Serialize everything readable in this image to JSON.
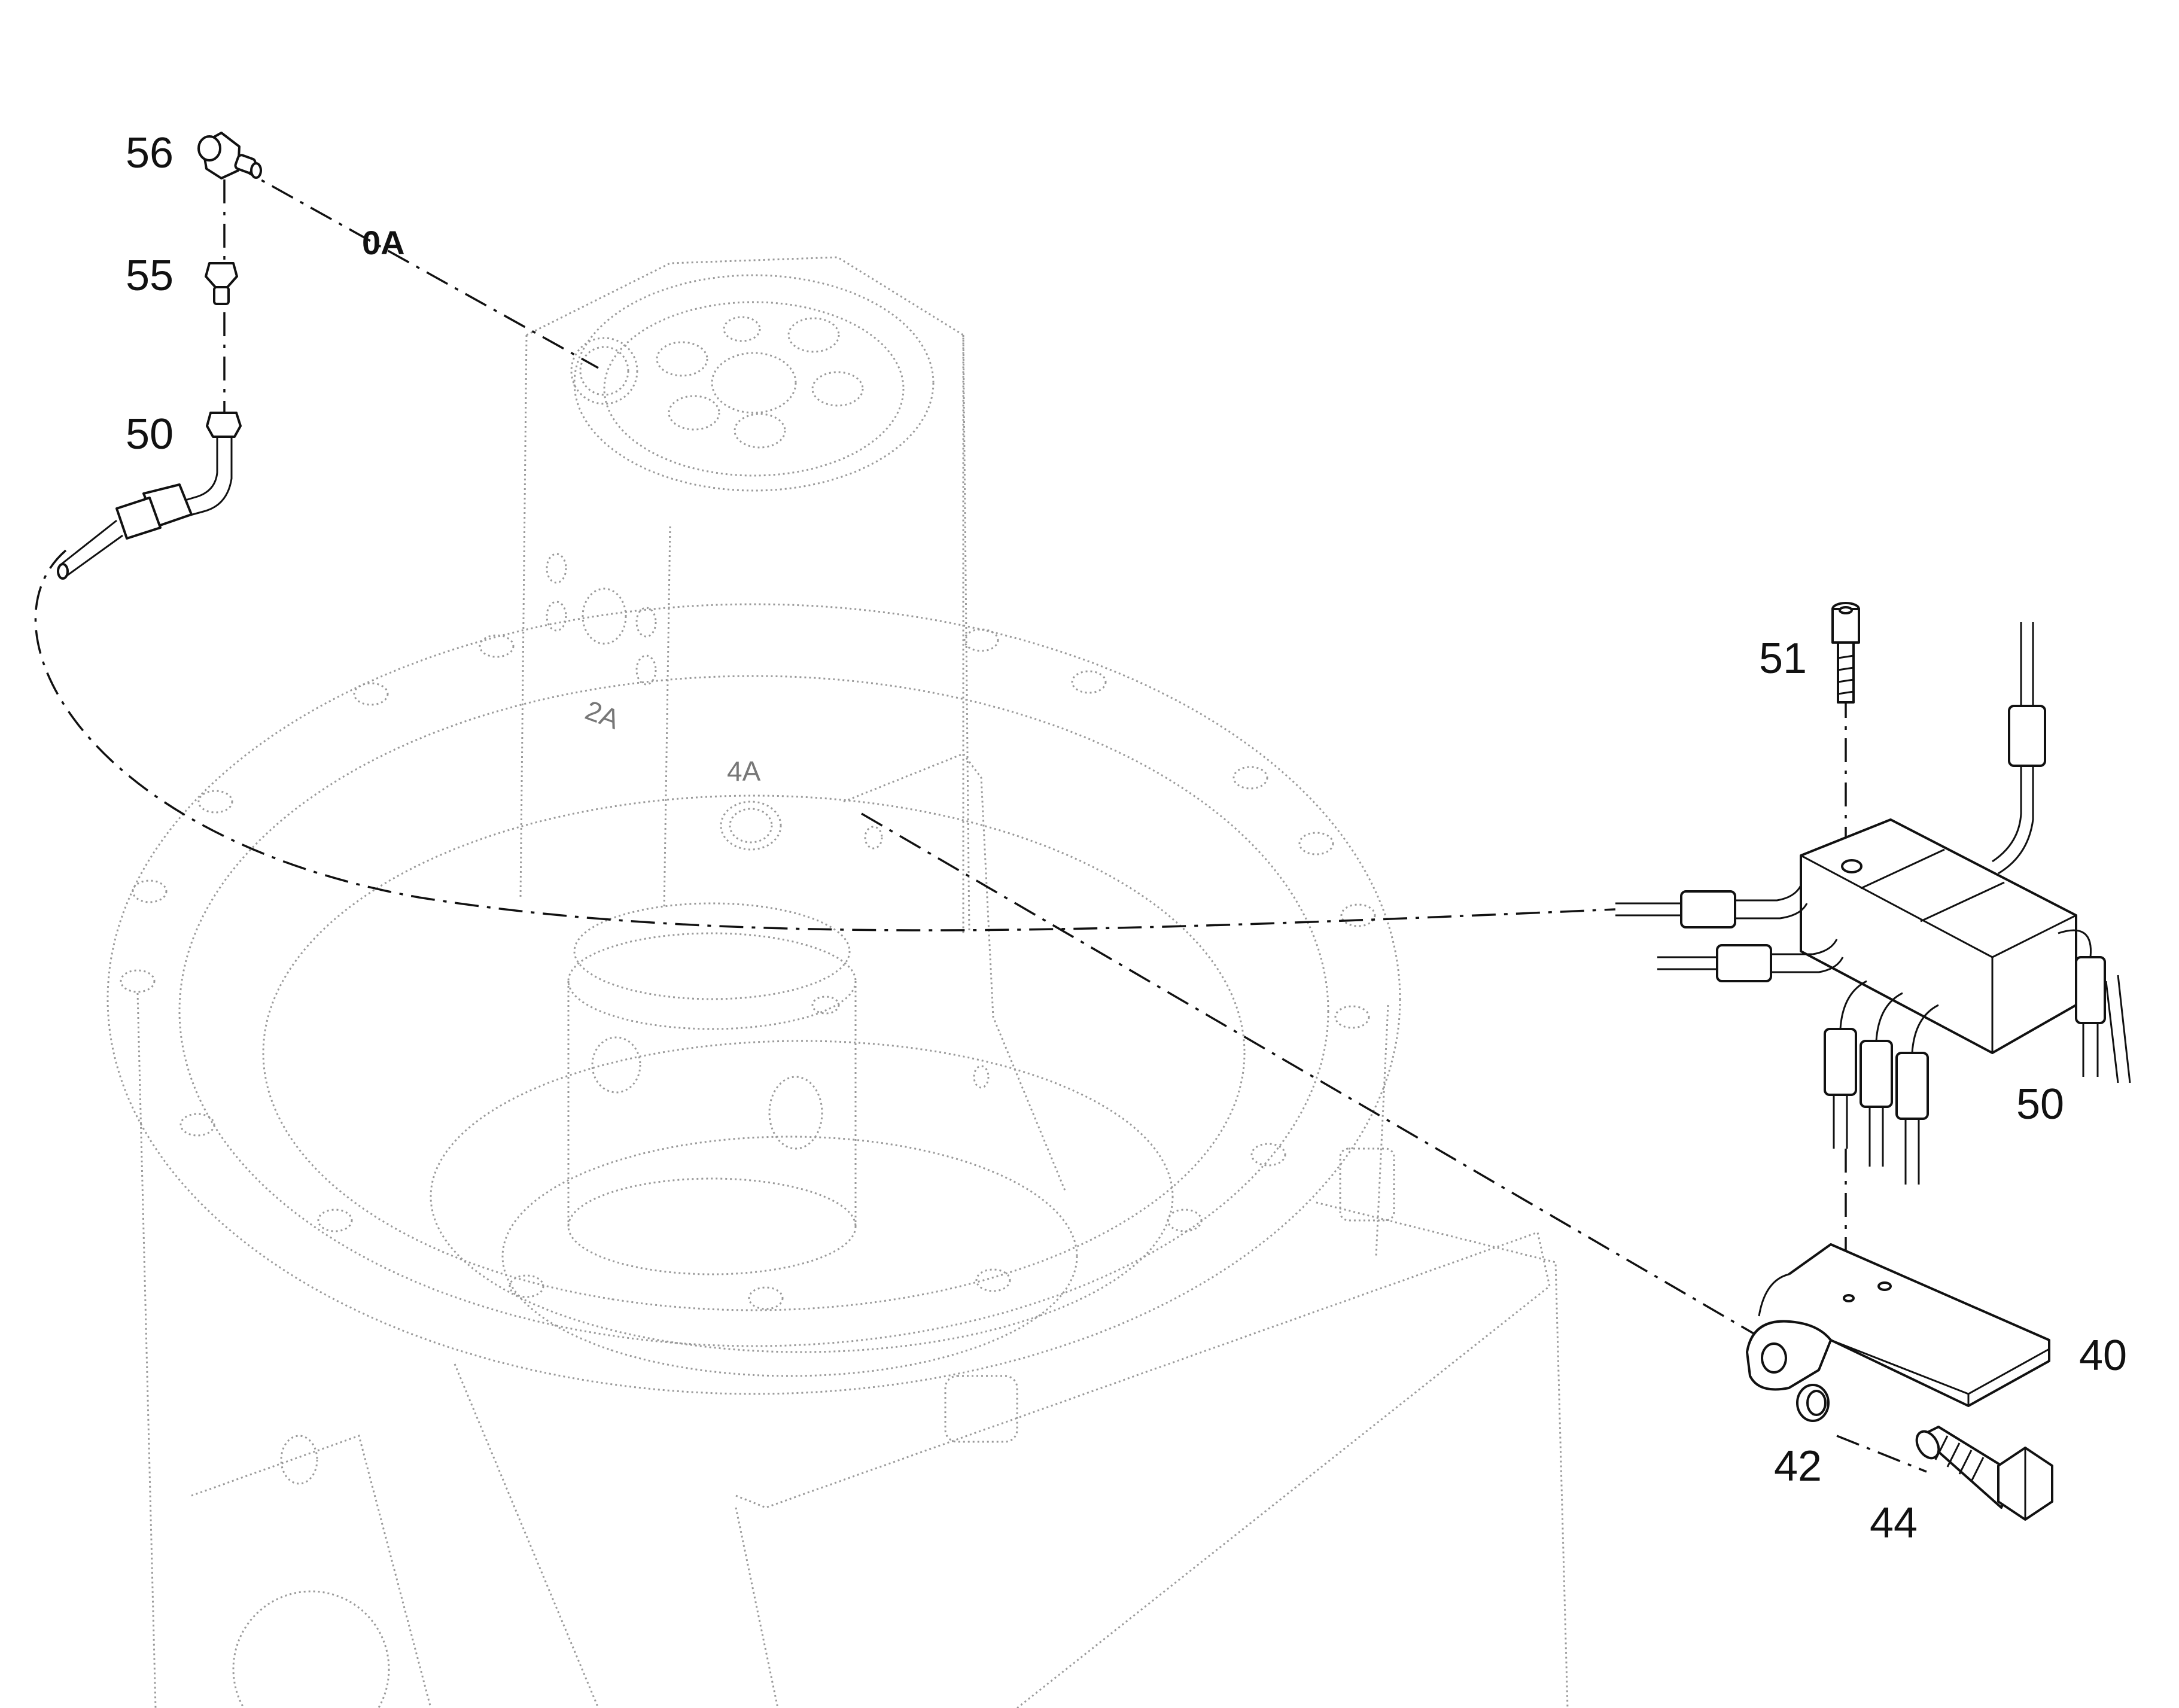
{
  "callouts": {
    "c56": "56",
    "c55": "55",
    "c50_left": "50",
    "c0A": "0A",
    "c51": "51",
    "c50_right": "50",
    "c40": "40",
    "c42": "42",
    "c44": "44"
  },
  "ghost_labels": {
    "g2A": "2A",
    "g4A": "4A"
  },
  "colors": {
    "line": "#111111",
    "ghost": "#9a9a9a",
    "background": "#ffffff"
  }
}
